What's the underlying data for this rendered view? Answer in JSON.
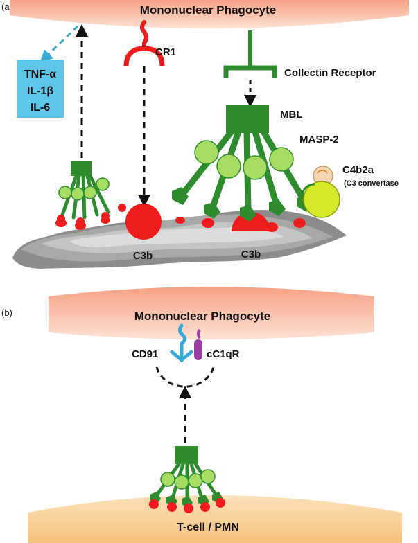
{
  "panel_a": {
    "letter": "(a)",
    "cell_label": "Mononuclear Phagocyte",
    "cytokines": [
      "TNF-α",
      "IL-1β",
      "IL-6"
    ],
    "cr1_label": "CR1",
    "collectin_label": "Collectin Receptor",
    "mbl_label": "MBL",
    "masp_label": "MASP-2",
    "c4b2a_label": "C4b2a",
    "c3conv_label": "(C3 convertase",
    "c3b_left": "C3b",
    "c3b_right": "C3b"
  },
  "panel_b": {
    "letter": "(b)",
    "cell_label": "Mononuclear Phagocyte",
    "cd91_label": "CD91",
    "cc1qr_label": "cC1qR",
    "tcell_label": "T-cell / PMN"
  },
  "colors": {
    "membrane": "#f7a58a",
    "membrane_light": "#fcd4c4",
    "tcell": "#f8c98d",
    "green_dark": "#2e8b2e",
    "green_light": "#a6dc62",
    "red": "#ee1c1c",
    "blue": "#36a9d6",
    "cyan_box": "#5ec6e8",
    "purple": "#9b3fa5",
    "yellow": "#d6e82a",
    "peach": "#f6d7b5"
  }
}
